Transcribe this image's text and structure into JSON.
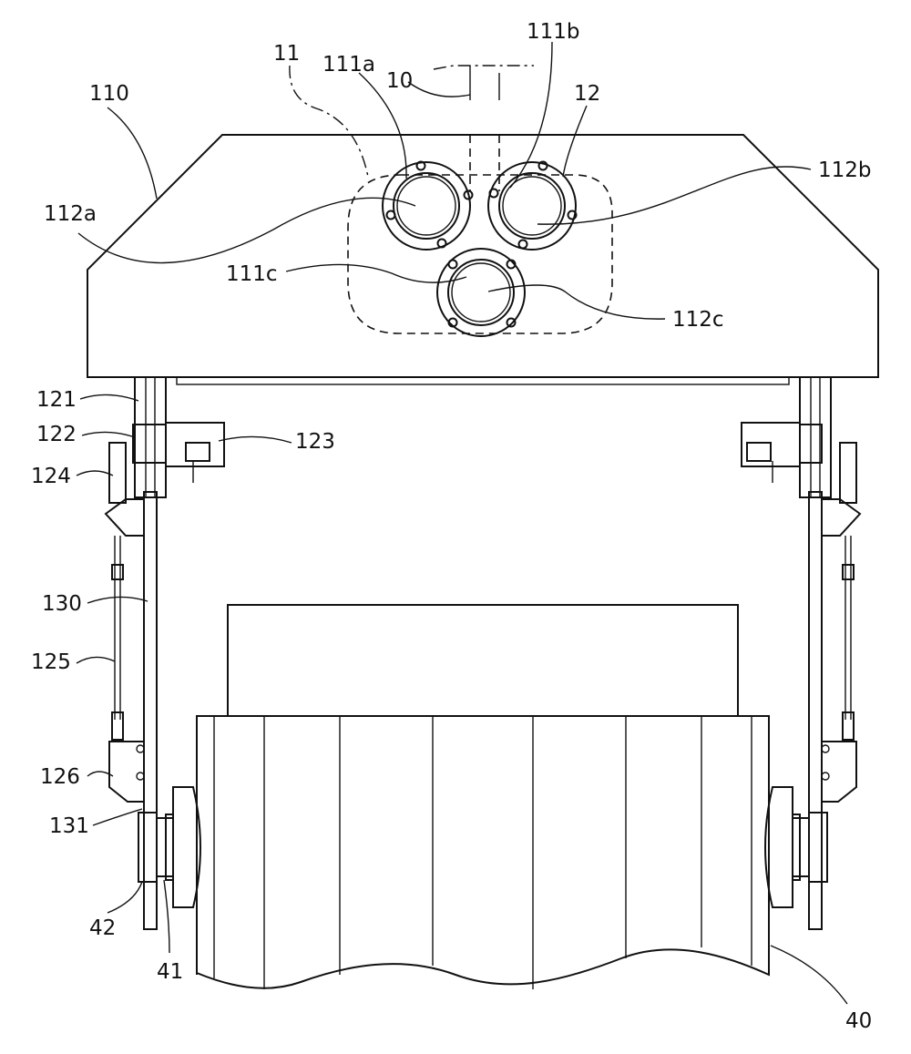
{
  "figure": {
    "labels": {
      "l110": "110",
      "l11": "11",
      "l111a": "111a",
      "l10": "10",
      "l111b": "111b",
      "l12": "12",
      "l112b": "112b",
      "l112a": "112a",
      "l111c": "111c",
      "l112c": "112c",
      "l121": "121",
      "l122": "122",
      "l123": "123",
      "l124": "124",
      "l130": "130",
      "l125": "125",
      "l126": "126",
      "l131": "131",
      "l42": "42",
      "l41": "41",
      "l40": "40"
    }
  }
}
